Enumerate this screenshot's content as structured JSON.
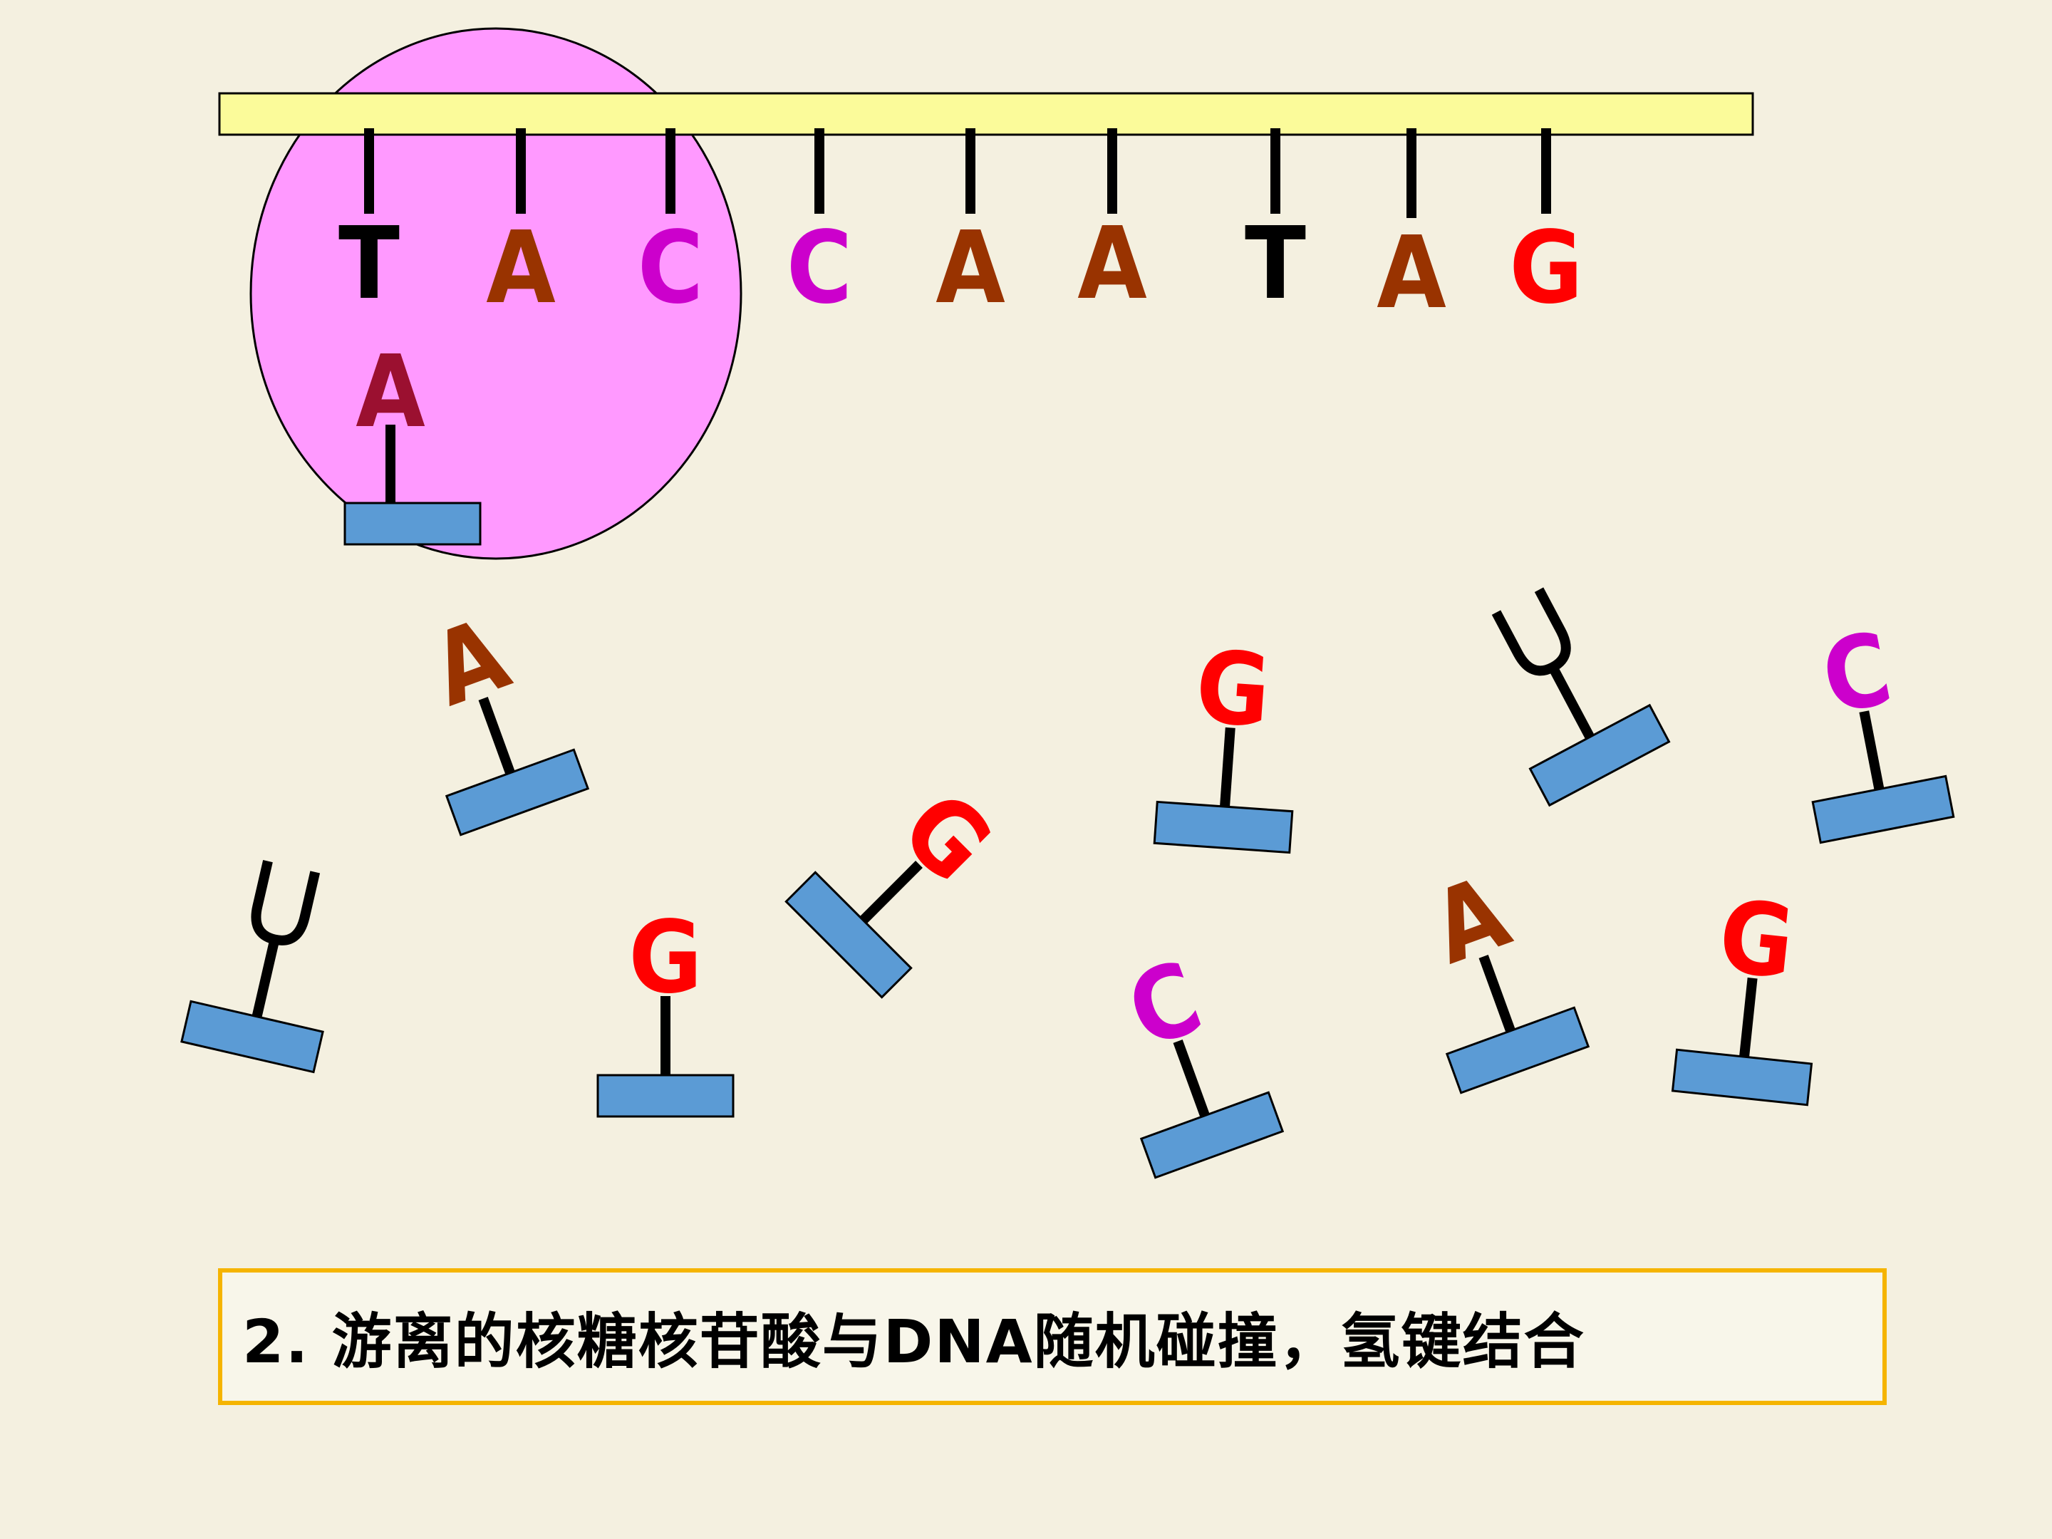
{
  "template_strand": {
    "bases": [
      "T",
      "A",
      "C",
      "C",
      "A",
      "A",
      "T",
      "A",
      "G"
    ],
    "strand_color": "#fbfb9a",
    "ribosome_color": "#ff99ff"
  },
  "bound_nucleotide": {
    "base": "A",
    "color": "#9b1030"
  },
  "free_nucleotides": [
    {
      "base": "A",
      "color": "#993300"
    },
    {
      "base": "G",
      "color": "#ff0000"
    },
    {
      "base": "U",
      "color": "#000000"
    },
    {
      "base": "C",
      "color": "#cc00cc"
    },
    {
      "base": "U",
      "color": "#000000"
    },
    {
      "base": "G",
      "color": "#ff0000"
    },
    {
      "base": "G",
      "color": "#ff0000"
    },
    {
      "base": "C",
      "color": "#cc00cc"
    },
    {
      "base": "A",
      "color": "#993300"
    },
    {
      "base": "G",
      "color": "#ff0000"
    }
  ],
  "colors": {
    "A": "#993300",
    "T": "#000000",
    "C": "#cc00cc",
    "G": "#ff0000",
    "U": "#000000",
    "block": "#5b9bd5",
    "stalk": "#000000"
  },
  "caption": {
    "text": "2. 游离的核糖核苷酸与DNA随机碰撞，氢键结合"
  }
}
